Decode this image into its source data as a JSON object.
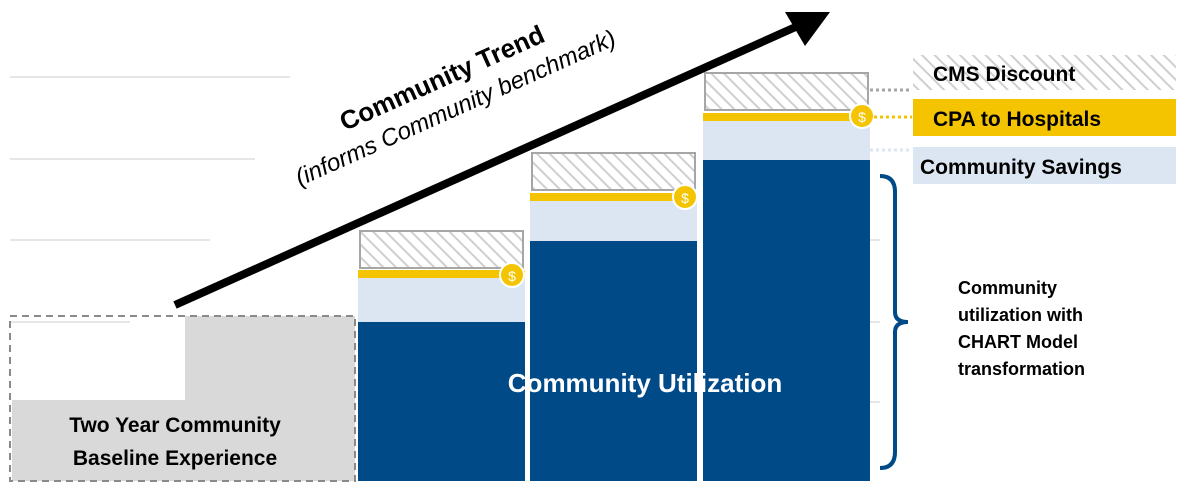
{
  "trend": {
    "title": "Community Trend",
    "subtitle": "(informs Community benchmark)"
  },
  "baseline": {
    "line1": "Two Year Community",
    "line2": "Baseline Experience"
  },
  "utilization_label": "Community Utilization",
  "legend": {
    "cms_discount": "CMS Discount",
    "cpa_to_hospitals": "CPA to Hospitals",
    "community_savings": "Community Savings"
  },
  "bracket_label": {
    "line1": "Community",
    "line2": "utilization with",
    "line3": "CHART Model",
    "line4": "transformation"
  },
  "coin_symbol": "$",
  "colors": {
    "utilization": "#004A87",
    "savings": "#DCE6F2",
    "cpa": "#F5C400",
    "discount_hatch": "#C8C8C8",
    "baseline_fill": "#D9D9D9",
    "arrow": "#000000"
  },
  "icons": {
    "coin": "dollar-coin-icon",
    "arrow": "trend-arrow-icon"
  }
}
